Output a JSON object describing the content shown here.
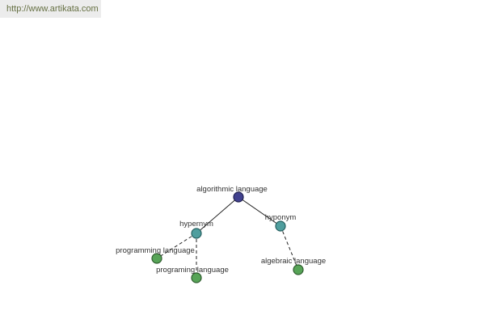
{
  "url_watermark": {
    "text": "http://www.artikata.com",
    "background": "#ececec",
    "text_color": "#667043"
  },
  "graph": {
    "node_colors": {
      "root": "#41418f",
      "relation": "#4f9e9e",
      "leaf": "#57a457"
    },
    "edge_color": "#222222",
    "nodes": [
      {
        "id": "algorithmic-language",
        "label": "algorithmic language",
        "type": "root"
      },
      {
        "id": "hypernym",
        "label": "hypernym",
        "type": "relation"
      },
      {
        "id": "hyponym",
        "label": "hyponym",
        "type": "relation"
      },
      {
        "id": "programming-language",
        "label": "programming language",
        "type": "leaf"
      },
      {
        "id": "programing-language",
        "label": "programing language",
        "type": "leaf"
      },
      {
        "id": "algebraic-language",
        "label": "algebraic language",
        "type": "leaf"
      }
    ],
    "edges": [
      {
        "from": "algorithmic language",
        "to": "hypernym",
        "style": "solid"
      },
      {
        "from": "algorithmic language",
        "to": "hyponym",
        "style": "solid"
      },
      {
        "from": "hypernym",
        "to": "programming language",
        "style": "dashed"
      },
      {
        "from": "hypernym",
        "to": "programing language",
        "style": "dashed"
      },
      {
        "from": "hyponym",
        "to": "algebraic language",
        "style": "dashed"
      }
    ]
  }
}
